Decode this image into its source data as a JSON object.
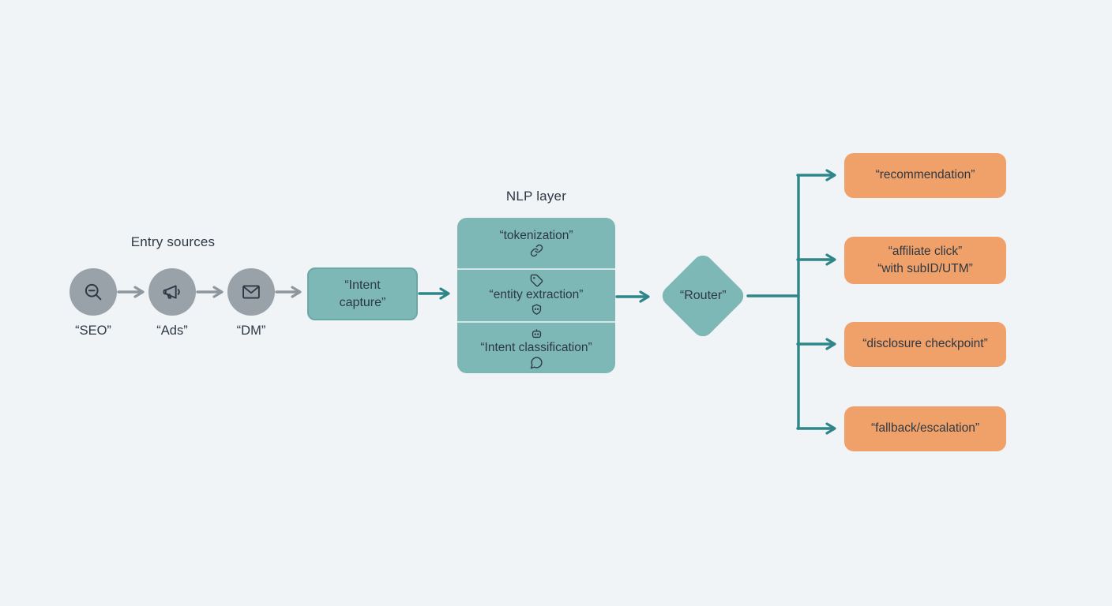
{
  "diagram": {
    "background": "#f1f4f7",
    "colors": {
      "teal_fill": "#7db8b6",
      "teal_border": "#68a9a7",
      "teal_arrow": "#2e8689",
      "orange_fill": "#f0a169",
      "gray_fill": "#99a1a9",
      "gray_arrow": "#8e969e",
      "text": "#2d3844"
    },
    "entry": {
      "title": "Entry sources",
      "nodes": [
        {
          "icon": "zoom-out-icon",
          "label": "“SEO”"
        },
        {
          "icon": "megaphone-icon",
          "label": "“Ads”"
        },
        {
          "icon": "envelope-icon",
          "label": "“DM”"
        }
      ]
    },
    "intent_capture": {
      "label": "“Intent capture”"
    },
    "nlp": {
      "title": "NLP layer",
      "stages": [
        {
          "label": "“tokenization”",
          "icon_below": "link-icon"
        },
        {
          "icon_above": "tag-icon",
          "label": "“entity extraction”",
          "icon_below": "entity-badge-icon"
        },
        {
          "icon_above": "bot-icon",
          "label": "“Intent classification”",
          "icon_below": "speech-bubble-icon"
        }
      ]
    },
    "router": {
      "label": "“Router”"
    },
    "outputs": [
      {
        "lines": [
          "“recommendation”"
        ]
      },
      {
        "lines": [
          "“affiliate click”",
          "“with subID/UTM”"
        ]
      },
      {
        "lines": [
          "“disclosure checkpoint”"
        ]
      },
      {
        "lines": [
          "“fallback/escalation”"
        ]
      }
    ],
    "flow": [
      "SEO -> Ads",
      "Ads -> DM",
      "DM -> Intent capture",
      "Intent capture -> NLP layer",
      "NLP layer -> Router",
      "Router -> recommendation",
      "Router -> affiliate click with subID/UTM",
      "Router -> disclosure checkpoint",
      "Router -> fallback/escalation"
    ]
  }
}
